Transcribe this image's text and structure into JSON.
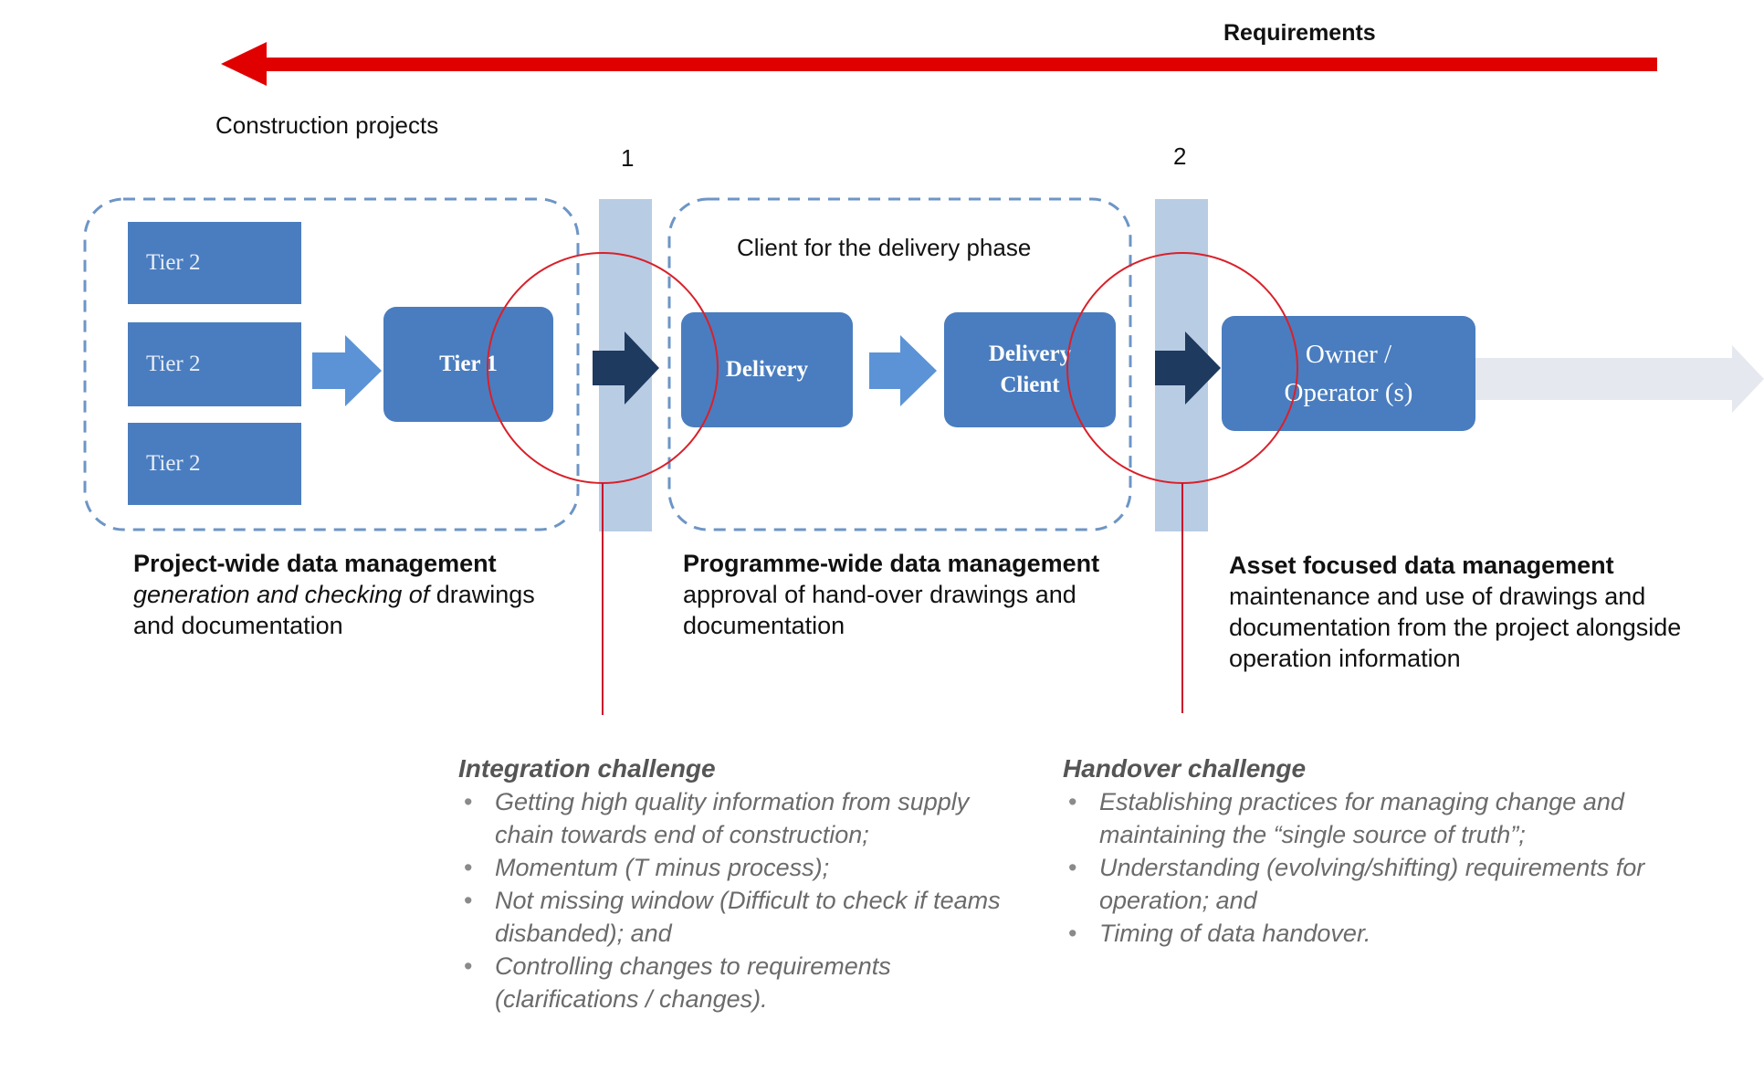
{
  "header": {
    "requirements_label": "Requirements",
    "construction_label": "Construction projects"
  },
  "markers": {
    "one": "1",
    "two": "2"
  },
  "group_labels": {
    "client_delivery_phase": "Client for the delivery phase"
  },
  "boxes": {
    "tier2_a": "Tier 2",
    "tier2_b": "Tier 2",
    "tier2_c": "Tier 2",
    "tier1": "Tier 1",
    "delivery": "Delivery",
    "delivery_client_line1": "Delivery",
    "delivery_client_line2": "Client",
    "owner_line1": "Owner /",
    "owner_line2": "Operator (s)"
  },
  "sections": {
    "project": {
      "title": "Project-wide data management",
      "body_italic": "generation and checking of",
      "body_rest": " drawings and documentation"
    },
    "programme": {
      "title": "Programme-wide data management",
      "body": "approval of hand-over drawings and documentation"
    },
    "asset": {
      "title": "Asset focused data management",
      "body": "maintenance and use of drawings and documentation from the project alongside operation information"
    }
  },
  "challenges": {
    "integration": {
      "title": "Integration challenge",
      "items": [
        "Getting high quality information from supply chain towards end of construction;",
        "Momentum (T minus process);",
        "Not missing window (Difficult to check if teams disbanded); and",
        "Controlling changes to requirements (clarifications / changes)."
      ]
    },
    "handover": {
      "title": "Handover challenge",
      "items": [
        "Establishing practices for managing change and maintaining the “single source of truth”;",
        "Understanding (evolving/shifting) requirements for operation; and",
        "Timing of data handover."
      ]
    }
  },
  "colors": {
    "box_blue": "#4a7dbf",
    "arrow_light": "#5b93d6",
    "arrow_dark": "#1e3a5f",
    "band": "#b8cce4",
    "dash": "#6d95c6",
    "red": "#e00000",
    "circle": "#d9202a"
  }
}
